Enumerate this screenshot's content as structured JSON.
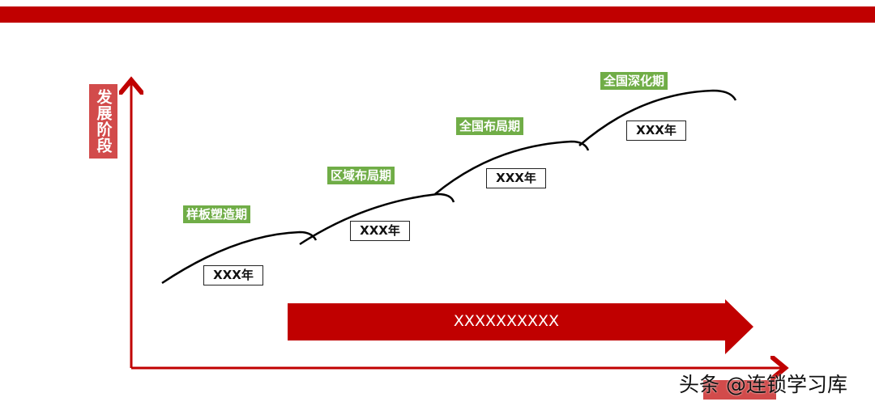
{
  "y_axis_label": "发展阶段",
  "phases": [
    {
      "label": "样板塑造期",
      "year": "XXX年"
    },
    {
      "label": "区域布局期",
      "year": "XXX年"
    },
    {
      "label": "全国布局期",
      "year": "XXX年"
    },
    {
      "label": "全国深化期",
      "year": "XXX年"
    }
  ],
  "timeline_arrow_text": "XXXXXXXXXX",
  "watermark": "头条 @连锁学习库",
  "colors": {
    "accent_red": "#C00000",
    "label_red": "#D24B4B",
    "phase_green": "#70AD47"
  }
}
